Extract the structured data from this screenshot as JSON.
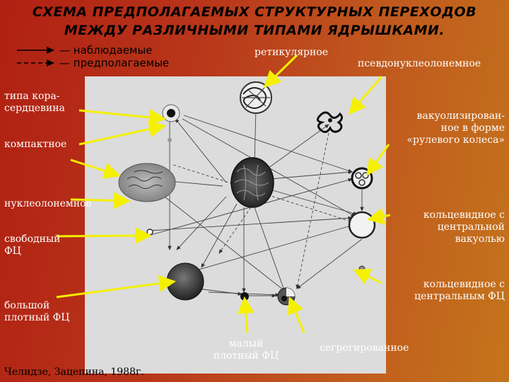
{
  "title": {
    "line1": "СХЕМА ПРЕДПОЛАГАЕМЫХ СТРУКТУРНЫХ ПЕРЕХОДОВ",
    "line2": "МЕЖДУ РАЗЛИЧНЫМИ ТИПАМИ ЯДРЫШКАМИ."
  },
  "legend": {
    "observed": "— наблюдаемые",
    "assumed": "— предполагаемые"
  },
  "labels": {
    "reticular": "ретикулярное",
    "pseudonucleolonemal": "псевдонуклеолонемное",
    "kora_line1": "типа кора-",
    "kora_line2": "сердцевина",
    "compact": "компактное",
    "vacuol_line1": "вакуолизирован-",
    "vacuol_line2": "ное в форме",
    "vacuol_line3": "«рулевого колеса»",
    "nucleolonemal": "нуклеолонемное",
    "ring_vac_line1": "кольцевидное с",
    "ring_vac_line2": "центральной",
    "ring_vac_line3": "вакуолью",
    "free_fc_line1": "свободный",
    "free_fc_line2": "ФЦ",
    "ring_fc_line1": "кольцевидное с",
    "ring_fc_line2": "центральным ФЦ",
    "big_fc_line1": "большой",
    "big_fc_line2": "плотный ФЦ",
    "small_fc_line1": "малый",
    "small_fc_line2": "плотный ФЦ",
    "segregated": "сегрегированное",
    "citation": "Челидзе, Зацепина, 1988г."
  },
  "colors": {
    "background_left": "#b02012",
    "background_right": "#c4741c",
    "panel": "#dcdcdc",
    "label_text": "#ffffff",
    "pointer_arrow": "#f4f000"
  }
}
